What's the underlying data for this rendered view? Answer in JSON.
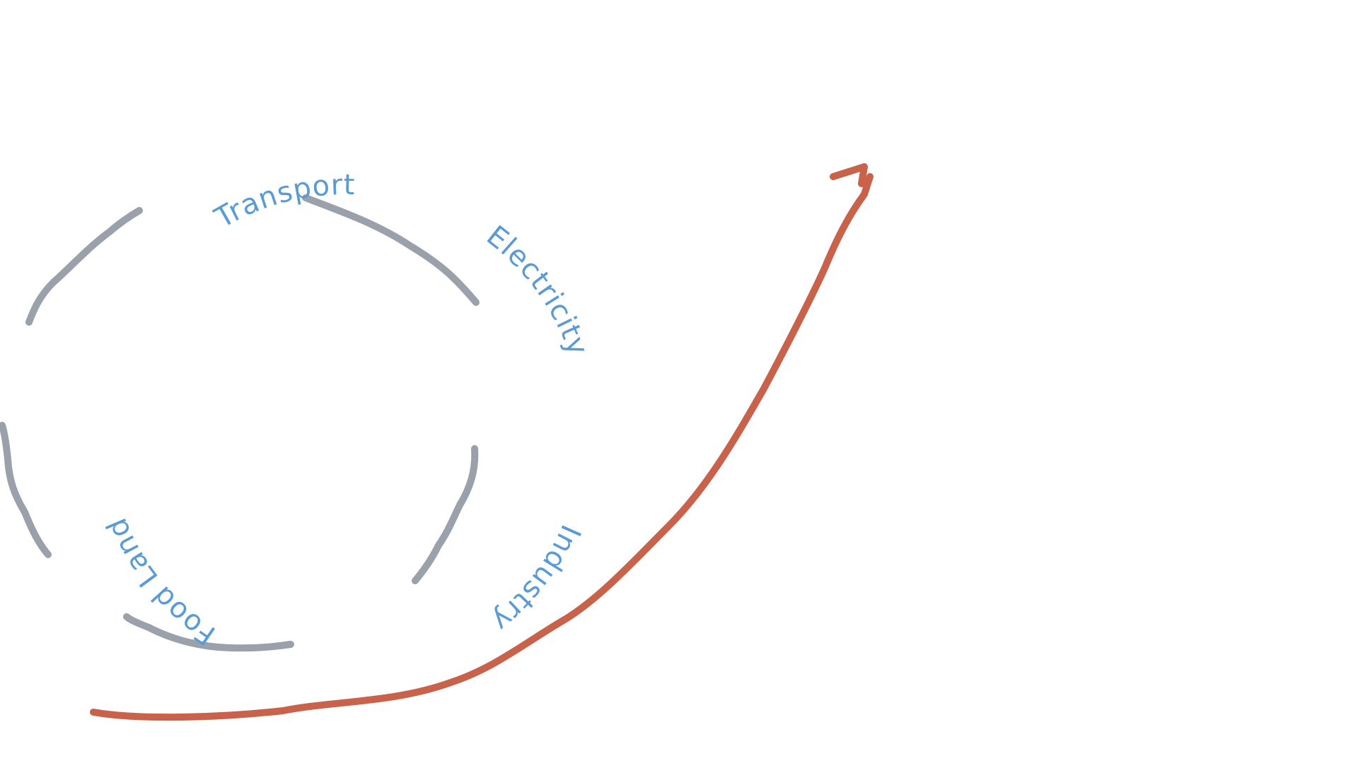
{
  "colors": {
    "background": "#ffffff",
    "circle_segments": "#9aa1aa",
    "labels": "#5b9bd5",
    "growth_arrow": "#c8624a"
  },
  "diagram": {
    "sectors": [
      "Transport",
      "Electricity",
      "Industry",
      "Land",
      "Food"
    ]
  }
}
